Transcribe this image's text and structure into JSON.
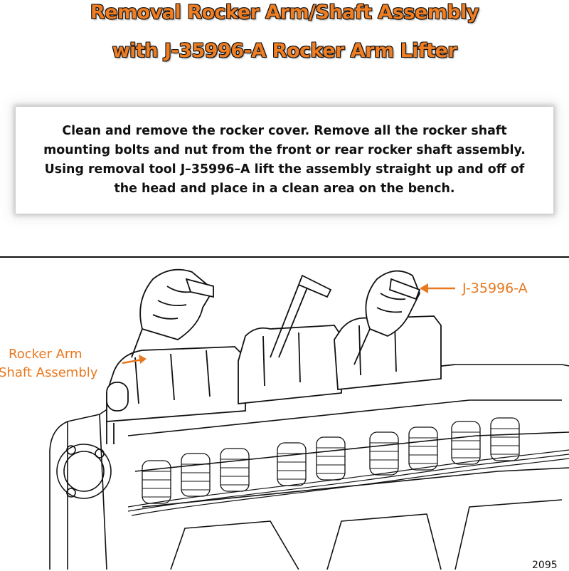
{
  "title": {
    "line1": "Removal Rocker Arm/Shaft Assembly",
    "line2": "with J-35996-A Rocker Arm Lifter"
  },
  "instructions": "Clean and remove the rocker cover. Remove all the rocker shaft mounting bolts and nut from the front or rear rocker shaft assembly. Using removal tool J–35996–A lift the assembly straight up and off of the head and place in a clean area on the bench.",
  "figure": {
    "callout_tool": "J-35996-A",
    "callout_rocker_line1": "Rocker Arm",
    "callout_rocker_line2": "Shaft Assembly",
    "figure_number": "2095",
    "accent_color": "#e8781e"
  }
}
